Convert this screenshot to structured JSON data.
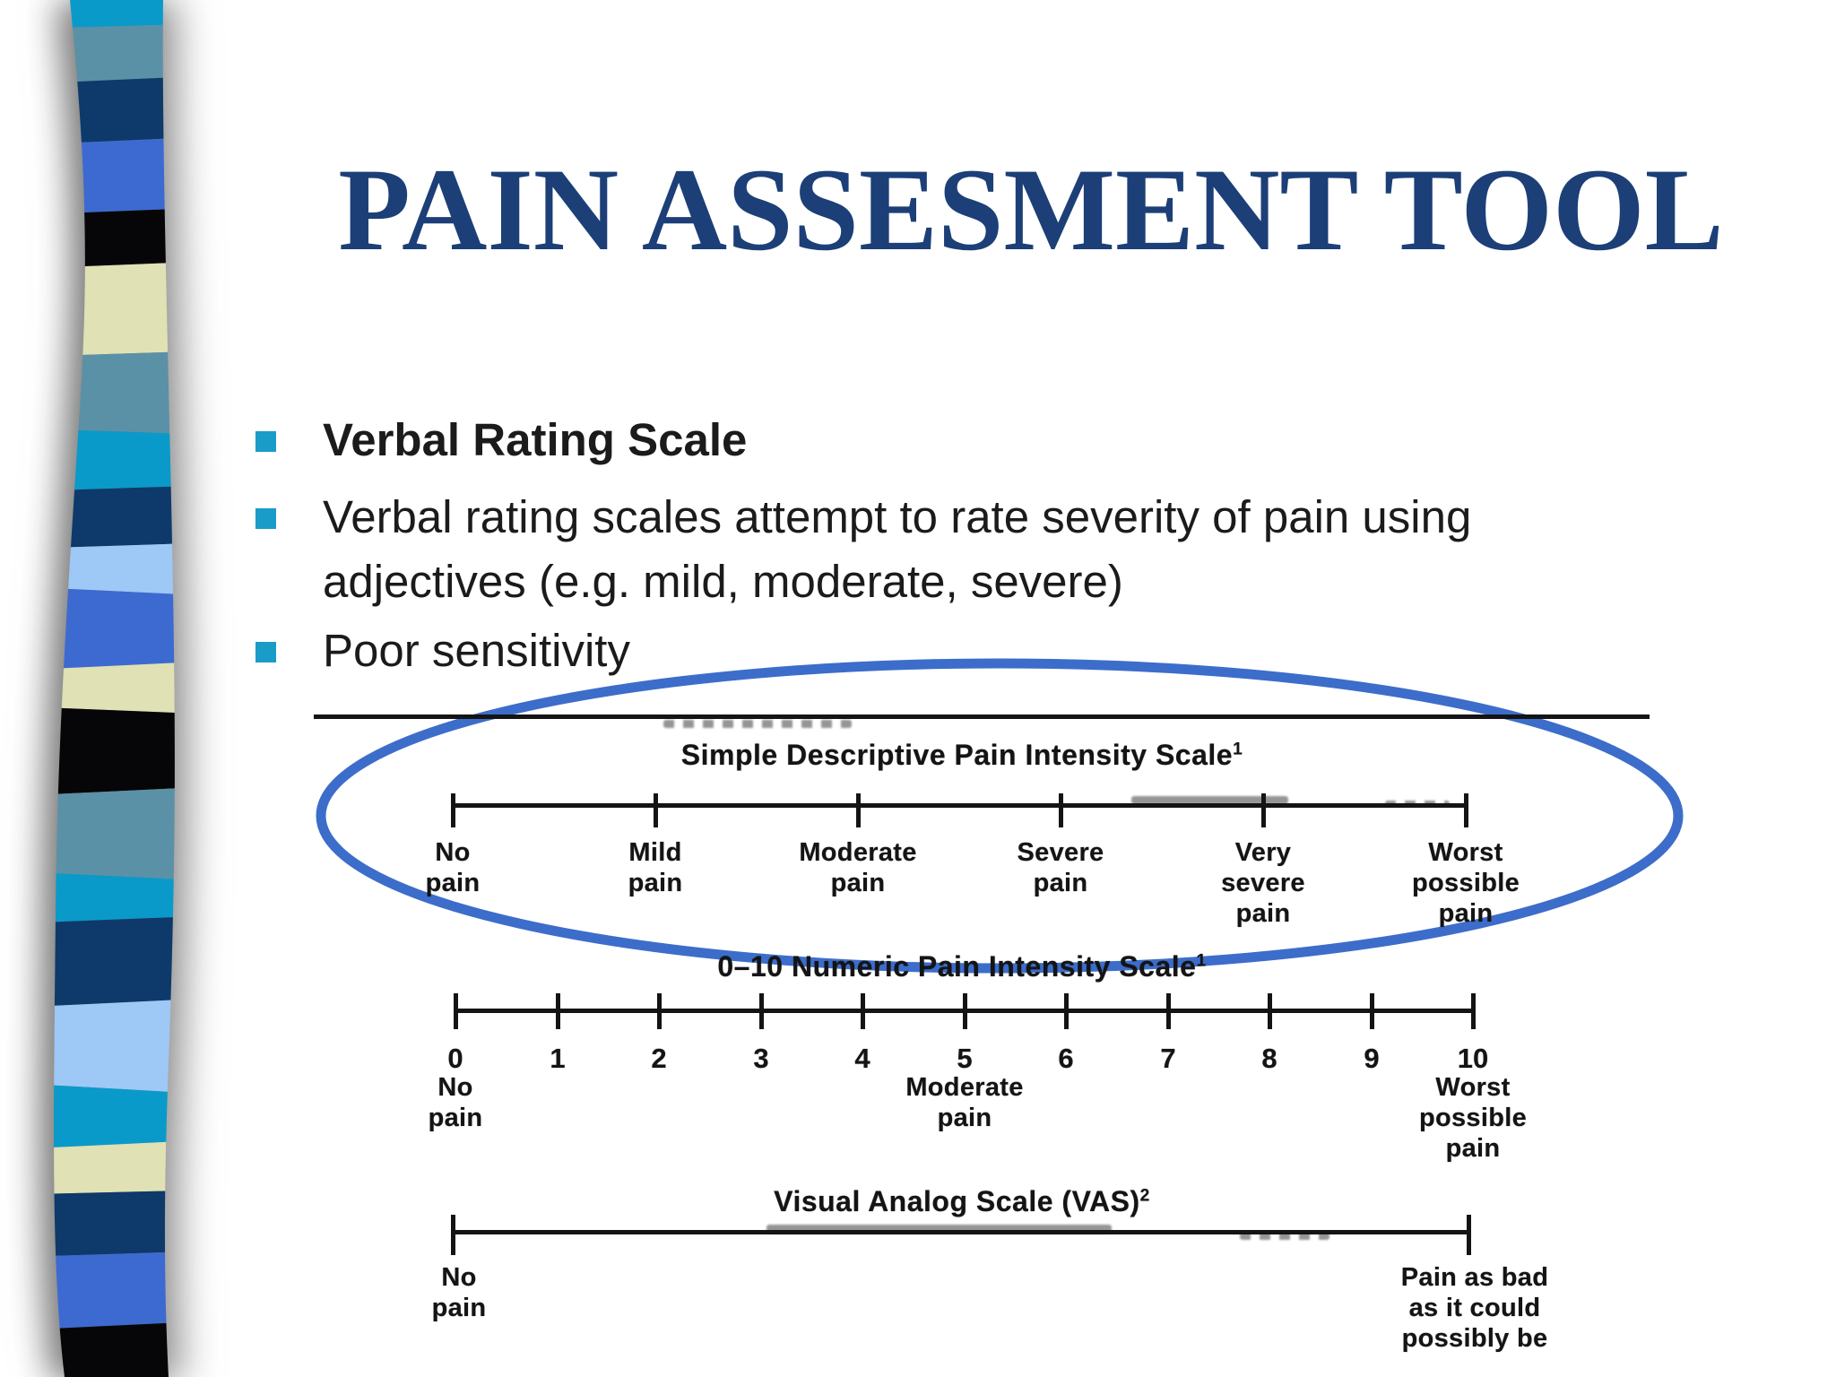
{
  "slide": {
    "title": "PAIN ASSESMENT TOOL",
    "bullets": [
      {
        "text": "Verbal Rating Scale"
      },
      {
        "text": "Verbal rating scales attempt to rate severity of pain using\nadjectives (e.g. mild, moderate, severe)"
      },
      {
        "text": "Poor sensitivity"
      }
    ]
  },
  "figure": {
    "scales": [
      {
        "title": "Simple Descriptive Pain Intensity Scale",
        "sup": "1",
        "tick_labels": [
          "No\npain",
          "Mild\npain",
          "Moderate\npain",
          "Severe\npain",
          "Very\nsevere\npain",
          "Worst\npossible\npain"
        ]
      },
      {
        "title": "0–10 Numeric Pain Intensity Scale",
        "sup": "1",
        "numbers": [
          "0",
          "1",
          "2",
          "3",
          "4",
          "5",
          "6",
          "7",
          "8",
          "9",
          "10"
        ],
        "anchor_labels": [
          "No\npain",
          "Moderate\npain",
          "Worst\npossible\npain"
        ]
      },
      {
        "title": "Visual Analog Scale (VAS)",
        "sup": "2",
        "end_labels": [
          "No\npain",
          "Pain as bad\nas it could\npossibly be"
        ]
      }
    ]
  },
  "colors": {
    "title_text": "#1c3f77",
    "body_text": "#1b1b1b",
    "bullet_marker": "#199cc8",
    "figure_ink": "#141414",
    "ellipse_stroke": "#3d6dca"
  },
  "ribbon": {
    "stripes": [
      {
        "color": "#0a9ac9"
      },
      {
        "color": "#5b91a6"
      },
      {
        "color": "#0d3a6a"
      },
      {
        "color": "#3d6ad1"
      },
      {
        "color": "#060608"
      },
      {
        "color": "#e0e1b4"
      },
      {
        "color": "#5b91a6"
      },
      {
        "color": "#0a9ac9"
      },
      {
        "color": "#0d3a6a"
      },
      {
        "color": "#9ec8f5"
      },
      {
        "color": "#3d6ad1"
      },
      {
        "color": "#e0e1b4"
      },
      {
        "color": "#060608"
      },
      {
        "color": "#5b91a6"
      },
      {
        "color": "#0a9ac9"
      },
      {
        "color": "#0d3a6a"
      },
      {
        "color": "#9ec8f5"
      },
      {
        "color": "#0a9ac9"
      },
      {
        "color": "#e0e1b4"
      },
      {
        "color": "#0d3a6a"
      },
      {
        "color": "#3d6ad1"
      },
      {
        "color": "#060608"
      }
    ]
  }
}
